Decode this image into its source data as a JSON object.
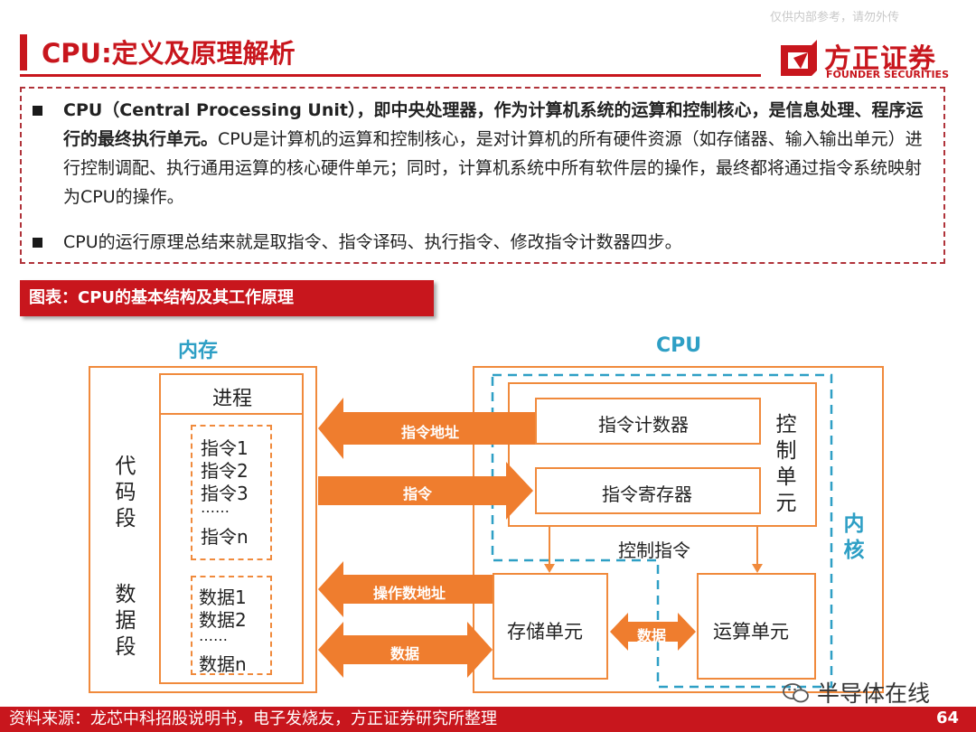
{
  "header": {
    "title": "CPU:定义及原理解析",
    "watermark": "仅供内部参考，请勿外传",
    "logo": {
      "name": "方正证券",
      "sub": "FOUNDER SECURITIES",
      "icon": "founder-logo-icon",
      "color": "#c8161d"
    }
  },
  "intro": {
    "bullets": [
      {
        "bold": "CPU（Central Processing Unit），即中央处理器，作为计算机系统的运算和控制核心，是信息处理、程序运行的最终执行单元。",
        "normal": "CPU是计算机的运算和控制核心，是对计算机的所有硬件资源（如存储器、输入输出单元）进行控制调配、执行通用运算的核心硬件单元；同时，计算机系统中所有软件层的操作，最终都将通过指令系统映射为CPU的操作。"
      },
      {
        "bold": "",
        "normal": "CPU的运行原理总结来就是取指令、指令译码、执行指令、修改指令计数器四步。"
      }
    ]
  },
  "figure": {
    "caption": "图表：CPU的基本结构及其工作原理",
    "memory": {
      "title": "内存",
      "process": "进程",
      "code_segment": "代码段",
      "instructions": [
        "指令1",
        "指令2",
        "指令3",
        "……",
        "指令n"
      ],
      "data_segment": "数据段",
      "data_items": [
        "数据1",
        "数据2",
        "……",
        "数据n"
      ]
    },
    "cpu": {
      "title": "CPU",
      "control_unit": "控制单元",
      "program_counter": "指令计数器",
      "instruction_register": "指令寄存器",
      "control_instruction": "控制指令",
      "storage_unit": "存储单元",
      "alu": "运算单元",
      "core": "内核"
    },
    "arrows": {
      "instruction_address": "指令地址",
      "instruction": "指令",
      "operand_address": "操作数地址",
      "data": "数据",
      "internal_data": "数据"
    },
    "colors": {
      "box": "#f08a3c",
      "arrow": "#ef7d2e",
      "core_dash": "#2e9fc5",
      "brand": "#c8161d"
    }
  },
  "footer": {
    "source": "资料来源：龙芯中科招股说明书，电子发烧友，方正证券研究所整理",
    "page_number": "64",
    "wechat_mark": "半导体在线"
  }
}
